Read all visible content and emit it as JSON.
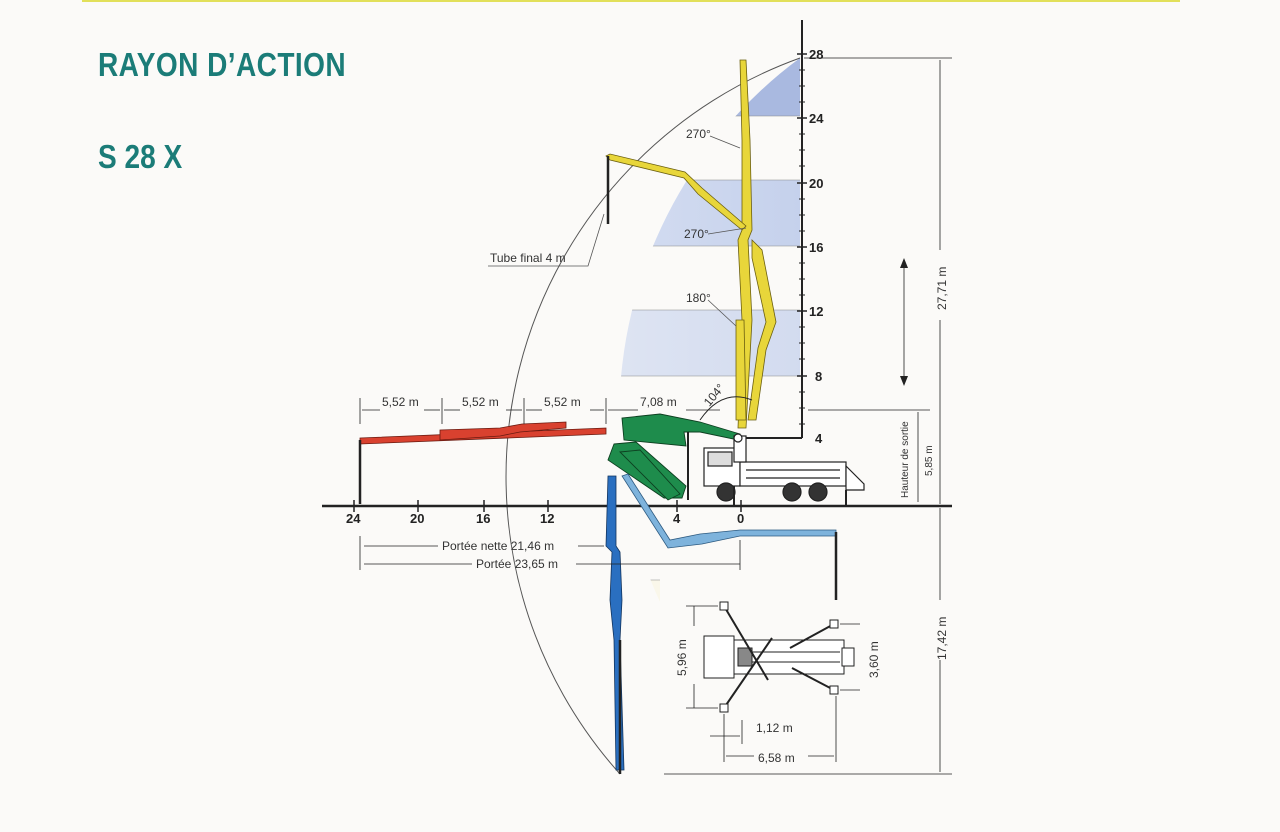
{
  "header": {
    "title": "RAYON D’ACTION",
    "model": "S 28 X"
  },
  "axes": {
    "vertical_ticks": [
      "28",
      "24",
      "20",
      "16",
      "12",
      "8",
      "4"
    ],
    "horizontal_ticks": [
      "24",
      "20",
      "16",
      "12",
      "4",
      "0"
    ]
  },
  "labels": {
    "tube_final": "Tube final 4 m",
    "angle_270_top": "270°",
    "angle_270_mid": "270°",
    "angle_180": "180°",
    "angle_104": "104°",
    "seg1": "5,52 m",
    "seg2": "5,52 m",
    "seg3": "5,52 m",
    "seg4": "7,08 m",
    "portee_nette": "Portée nette 21,46 m",
    "portee": "Portée 23,65 m",
    "hauteur_sortie": "Hauteur de sortie",
    "hauteur_sortie_value": "5,85 m",
    "height_total": "27,71 m",
    "depth_total": "17,42 m",
    "outrigger_length": "5,96 m",
    "outrigger_width": "3,60 m",
    "front_offset": "1,12 m",
    "rear_span": "6,58 m"
  },
  "colors": {
    "title": "#1b7c78",
    "boom_yellow": "#e8d63a",
    "boom_red": "#d9412f",
    "boom_green": "#1e8c4c",
    "boom_blue": "#2a6fc0",
    "boom_lightblue": "#7eb3dc",
    "band_blue": "#c9d5ee",
    "band_cream": "#efe7c4"
  }
}
